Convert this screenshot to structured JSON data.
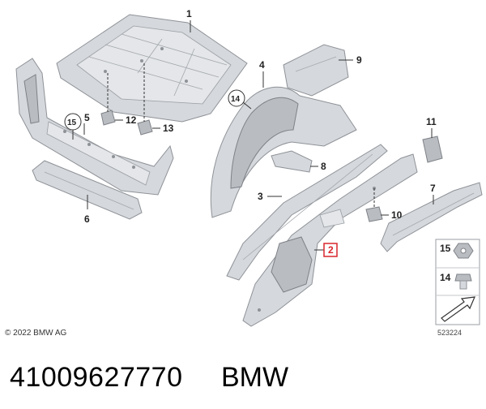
{
  "callouts": {
    "c1": "1",
    "c2": "2",
    "c3": "3",
    "c4": "4",
    "c5": "5",
    "c6": "6",
    "c7": "7",
    "c8": "8",
    "c9": "9",
    "c10": "10",
    "c11": "11",
    "c12": "12",
    "c13": "13",
    "c14": "14",
    "c15": "15"
  },
  "legend": {
    "item15": "15",
    "item14": "14"
  },
  "footer": {
    "copyright": "© 2022 BMW AG",
    "diagram_number": "523224"
  },
  "caption": {
    "part_number": "41009627770",
    "brand": "BMW"
  },
  "colors": {
    "highlight": "#d9262c"
  }
}
